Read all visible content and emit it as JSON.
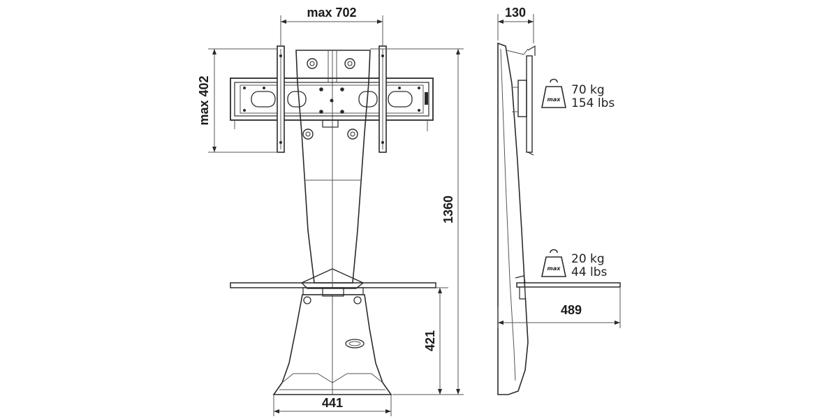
{
  "dimensions": {
    "max_width": "max 702",
    "max_height": "max 402",
    "total_height": "1360",
    "shelf_height": "421",
    "base_width": "441",
    "depth": "130",
    "shelf_depth": "489"
  },
  "loads": [
    {
      "icon_label": "max",
      "kg": "70 kg",
      "lbs": "154 lbs"
    },
    {
      "icon_label": "max",
      "kg": "20 kg",
      "lbs": "44 lbs"
    }
  ],
  "icons": [
    "weight-icon",
    "weight-icon"
  ]
}
